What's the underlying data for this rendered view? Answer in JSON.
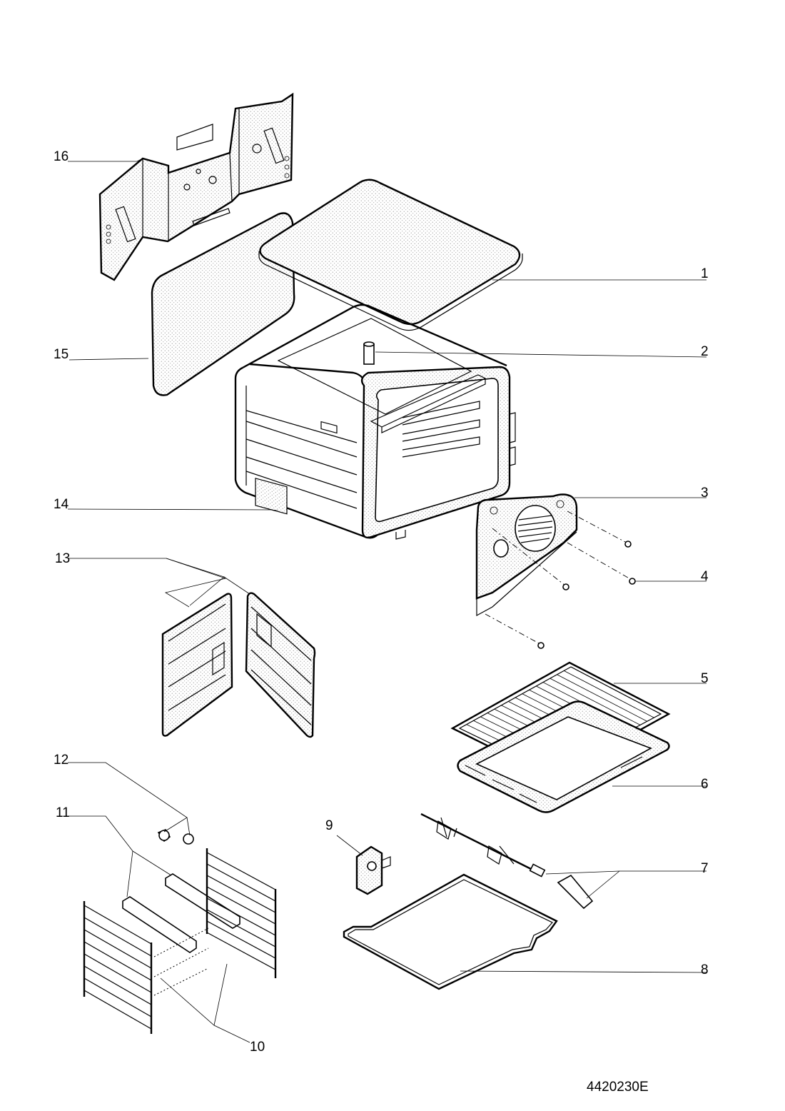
{
  "parts": [
    {
      "id": "p1",
      "label": "1"
    },
    {
      "id": "p2",
      "label": "2"
    },
    {
      "id": "p3",
      "label": "3"
    },
    {
      "id": "p4",
      "label": "4"
    },
    {
      "id": "p5",
      "label": "5"
    },
    {
      "id": "p6",
      "label": "6"
    },
    {
      "id": "p7",
      "label": "7"
    },
    {
      "id": "p8",
      "label": "8"
    },
    {
      "id": "p9",
      "label": "9"
    },
    {
      "id": "p10",
      "label": "10"
    },
    {
      "id": "p11",
      "label": "11"
    },
    {
      "id": "p12",
      "label": "12"
    },
    {
      "id": "p13",
      "label": "13"
    },
    {
      "id": "p14",
      "label": "14"
    },
    {
      "id": "p15",
      "label": "15"
    },
    {
      "id": "p16",
      "label": "16"
    }
  ],
  "document_code": "4420230E"
}
